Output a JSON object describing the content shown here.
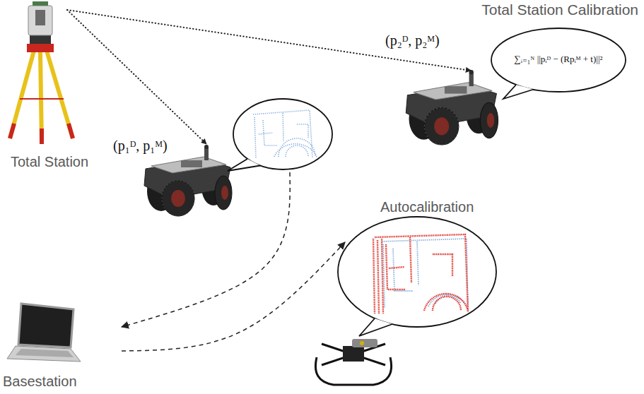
{
  "diagram": {
    "nodes": [
      {
        "text": [
          "Total Station"
        ]
      },
      {
        "text": [
          "(p₁ᴰ, p₁ᴹ)"
        ]
      },
      {
        "text": [
          "(p₂ᴰ, p₂ᴹ)"
        ]
      },
      {
        "text": [
          "∑ᵢ₌₁ᴺ ||pᵢᴰ − (Rpᵢᴹ + t)||²"
        ]
      },
      {
        "text": [
          "Basestation"
        ]
      },
      {
        "text": [
          "Autocalibration"
        ]
      }
    ],
    "edges": [
      {
        "from": 0,
        "to": 1,
        "arrow": "to"
      },
      {
        "from": 0,
        "to": 2,
        "arrow": "to"
      },
      {
        "from": 1,
        "to": 4,
        "arrow": "to"
      },
      {
        "from": 4,
        "to": 5,
        "arrow": "to"
      }
    ],
    "labels": [
      "Total Station Calibration"
    ]
  }
}
